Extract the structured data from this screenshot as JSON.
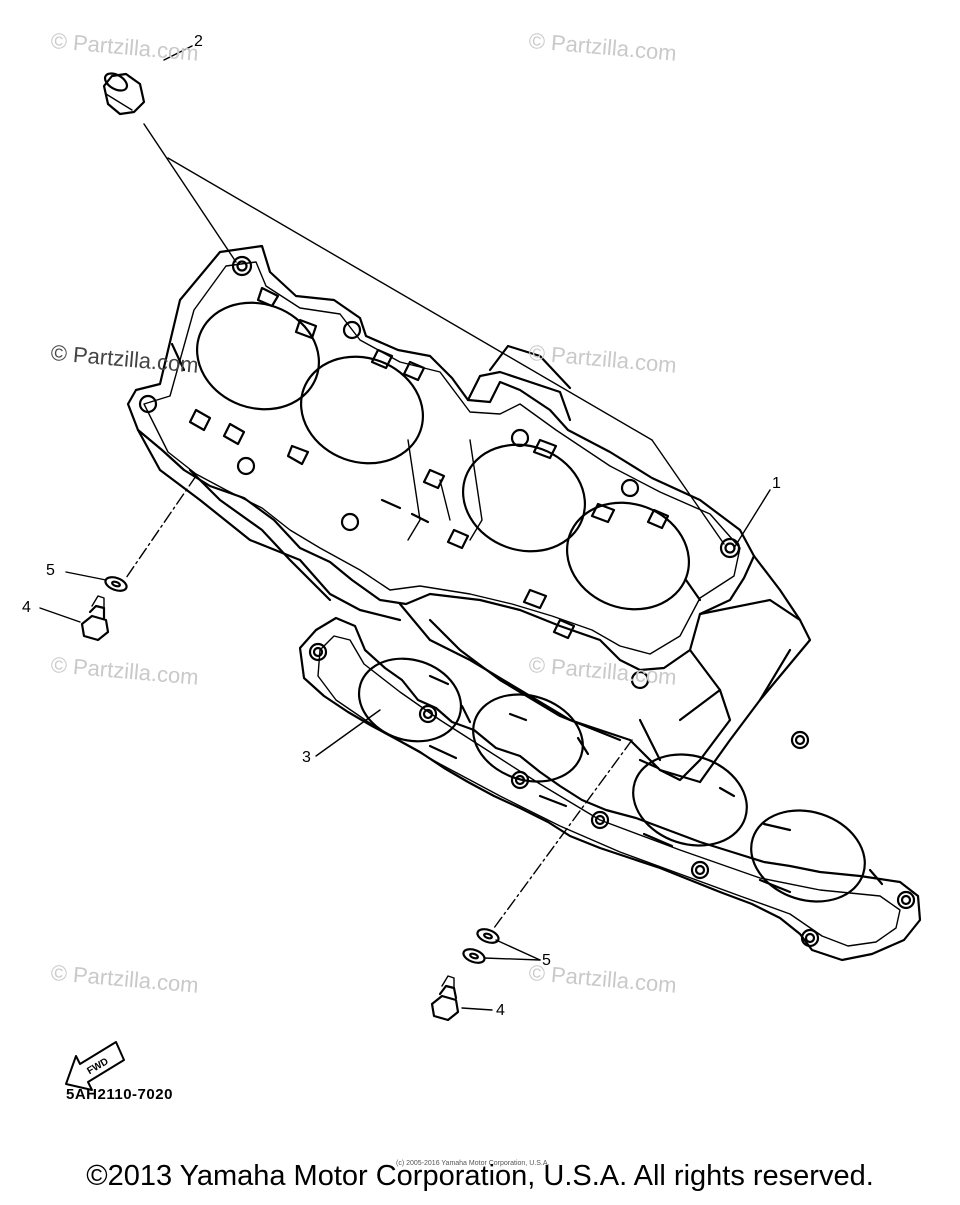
{
  "watermarks": [
    "© Partzilla.com",
    "© Partzilla.com",
    "© Partzilla.com",
    "© Partzilla.com",
    "© Partzilla.com",
    "© Partzilla.com",
    "© Partzilla.com",
    "© Partzilla.com"
  ],
  "callouts": {
    "cylinder": "1",
    "dowel_pin": "2",
    "gasket": "3",
    "bolt_left": "4",
    "washer_left": "5",
    "washer_right": "5",
    "bolt_right": "4"
  },
  "fwd_label": "FWD",
  "part_code": "5AH2110-7020",
  "tiny_credit": "(c) 2005-2016 Yamaha Motor Corporation, U.S.A.",
  "copyright": "©2013 Yamaha Motor Corporation, U.S.A. All rights reserved."
}
